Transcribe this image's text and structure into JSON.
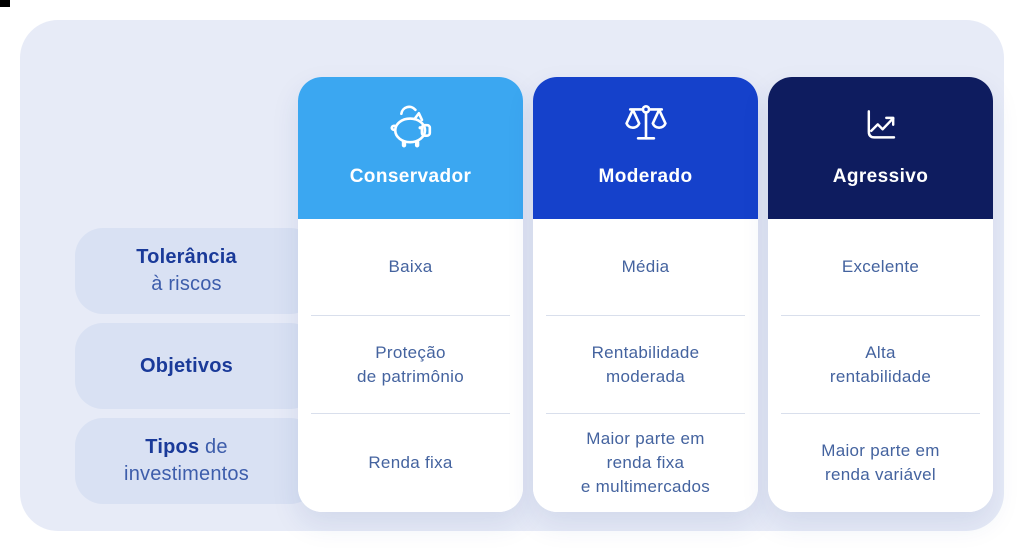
{
  "decor": {
    "corner_square_color": "#000000"
  },
  "palette": {
    "page_bg": "#FFFFFF",
    "panel_bg": "#E7EBF7",
    "pill_bg": "#D9E1F3",
    "card_bg": "#FFFFFF",
    "header_text": "#FFFFFF",
    "cell_text": "#44639F",
    "label_bold_text": "#1A3A99",
    "label_regular_text": "#3D5DAB",
    "divider": "#D9DFEC"
  },
  "rows": [
    {
      "name": "risk-tolerance",
      "bold": "Tolerância",
      "regular": "\nà riscos"
    },
    {
      "name": "objectives",
      "bold": "Objetivos",
      "regular": ""
    },
    {
      "name": "investment-types",
      "bold": "Tipos",
      "regular": " de\ninvestimentos"
    }
  ],
  "columns": [
    {
      "title": "Conservador",
      "icon": "piggy-bank-icon",
      "header_color": "#3BA7F1",
      "cells": [
        "Baixa",
        "Proteção\nde patrimônio",
        "Renda fixa"
      ]
    },
    {
      "title": "Moderado",
      "icon": "balance-scale-icon",
      "header_color": "#1541CB",
      "cells": [
        "Média",
        "Rentabilidade\nmoderada",
        "Maior parte em\nrenda fixa\ne multimercados"
      ]
    },
    {
      "title": "Agressivo",
      "icon": "line-chart-up-icon",
      "header_color": "#0E1C5F",
      "cells": [
        "Excelente",
        "Alta\nrentabilidade",
        "Maior parte em\nrenda variável"
      ]
    }
  ]
}
